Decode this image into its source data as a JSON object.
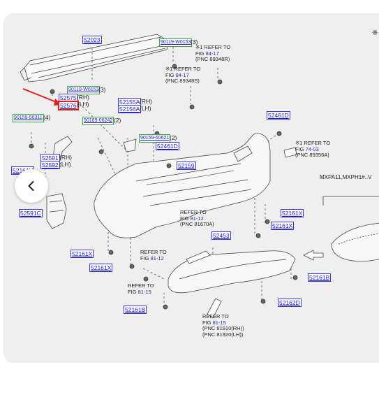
{
  "nav": {
    "prev_icon": "chevron-left-icon"
  },
  "parts": [
    {
      "id": "52023",
      "label": "52023",
      "suffix": ""
    },
    {
      "id": "90119-W0153-a",
      "label": "90119-W0153",
      "suffix": "(3)",
      "kind": "green"
    },
    {
      "id": "90119-W0153-b",
      "label": "90119-W0153",
      "suffix": "(3)",
      "kind": "green"
    },
    {
      "id": "52575",
      "label": "52575",
      "suffix": "(RH)"
    },
    {
      "id": "52576",
      "label": "52576",
      "suffix": "(LH)",
      "highlighted": true
    },
    {
      "id": "90159-50311",
      "label": "90159-50311",
      "suffix": "(4)",
      "kind": "green"
    },
    {
      "id": "90189-06242",
      "label": "90189-06242",
      "suffix": "(2)",
      "kind": "green"
    },
    {
      "id": "52155A",
      "label": "52155A",
      "suffix": "(RH)"
    },
    {
      "id": "52156A",
      "label": "52156A",
      "suffix": "(LH)"
    },
    {
      "id": "90159-60621",
      "label": "90159-60621",
      "suffix": "(2)",
      "kind": "green"
    },
    {
      "id": "52461D-a",
      "label": "52461D",
      "suffix": ""
    },
    {
      "id": "52461D-b",
      "label": "52461D",
      "suffix": ""
    },
    {
      "id": "52591",
      "label": "52591",
      "suffix": "(RH)"
    },
    {
      "id": "52592",
      "label": "52592",
      "suffix": "(LH)"
    },
    {
      "id": "52161Y",
      "label": "52161Y",
      "suffix": ""
    },
    {
      "id": "52591C",
      "label": "52591C",
      "suffix": ""
    },
    {
      "id": "52159",
      "label": "52159",
      "suffix": ""
    },
    {
      "id": "52161X-a",
      "label": "52161X",
      "suffix": ""
    },
    {
      "id": "52161X-b",
      "label": "52161X",
      "suffix": ""
    },
    {
      "id": "52161X-c",
      "label": "52161X",
      "suffix": ""
    },
    {
      "id": "52161X-d",
      "label": "52161X",
      "suffix": ""
    },
    {
      "id": "52453",
      "label": "52453",
      "suffix": ""
    },
    {
      "id": "52161B-a",
      "label": "52161B",
      "suffix": ""
    },
    {
      "id": "52161B-b",
      "label": "52161B",
      "suffix": ""
    },
    {
      "id": "52162D",
      "label": "52162D",
      "suffix": ""
    }
  ],
  "refs": [
    {
      "id": "r1",
      "line1": "※1 REFER TO",
      "fig_prefix": "FIG ",
      "fig": "84-17",
      "pnc": "(PNC 89348R)"
    },
    {
      "id": "r2",
      "line1": "※1 REFER TO",
      "fig_prefix": "FIG ",
      "fig": "84-17",
      "pnc": "(PNC 89348S)"
    },
    {
      "id": "r3",
      "line1": "※1 REFER TO",
      "fig_prefix": "FIG ",
      "fig": "74-03",
      "pnc": "(PNC 89356A)"
    },
    {
      "id": "r4",
      "line1": "REFER TO",
      "fig_prefix": "FIG ",
      "fig": "81-12",
      "pnc": "(PNC 81670A)"
    },
    {
      "id": "r5",
      "line1": "REFER TO",
      "fig_prefix": "FIG ",
      "fig": "81-12",
      "pnc": ""
    },
    {
      "id": "r6",
      "line1": "REFER TO",
      "fig_prefix": "FIG ",
      "fig": "81-15",
      "pnc": ""
    },
    {
      "id": "r7",
      "line1": "REFER TO",
      "fig_prefix": "FIG ",
      "fig": "81-15",
      "pnc": "(PNC 81910(RH))",
      "pnc2": "(PNC 81920(LH))"
    }
  ],
  "model_note": "MXPA11,MXPH1#..V",
  "corner_mark": "※"
}
